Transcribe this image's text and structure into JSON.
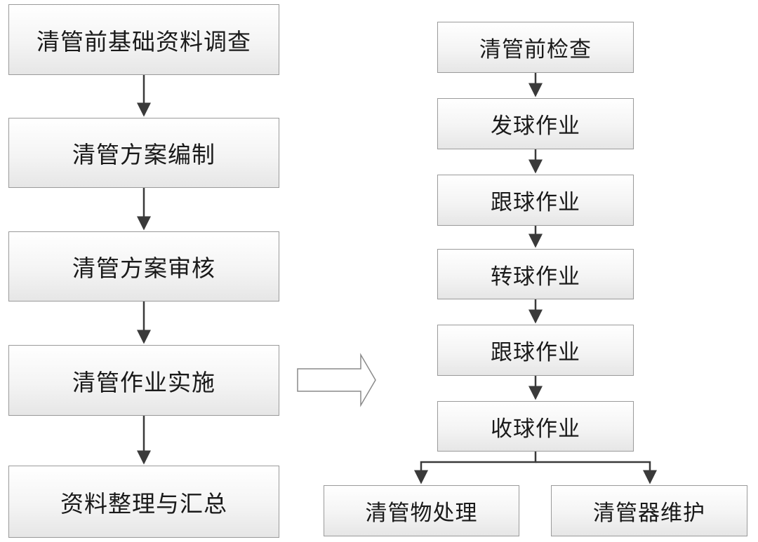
{
  "left_flow": [
    "清管前基础资料调查",
    "清管方案编制",
    "清管方案审核",
    "清管作业实施",
    "资料整理与汇总"
  ],
  "right_flow": [
    "清管前检查",
    "发球作业",
    "跟球作业",
    "转球作业",
    "跟球作业",
    "收球作业"
  ],
  "branches": [
    "清管物处理",
    "清管器维护"
  ]
}
